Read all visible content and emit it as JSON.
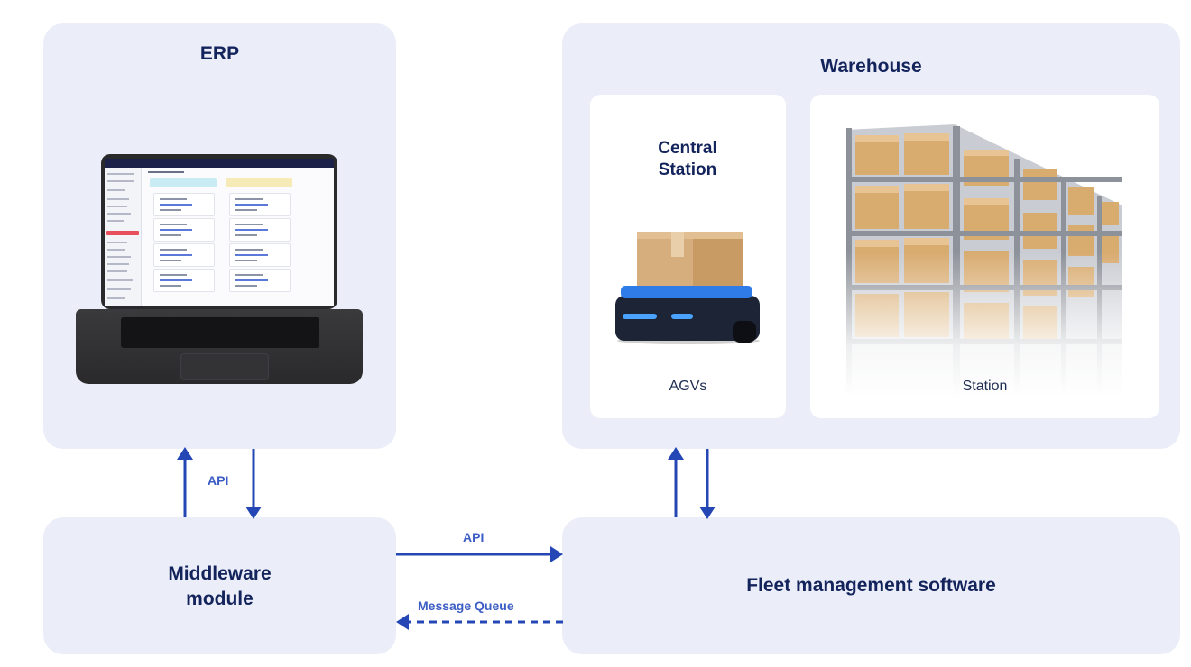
{
  "erp": {
    "title": "ERP"
  },
  "warehouse": {
    "title": "Warehouse",
    "central_station_title": "Central Station",
    "agvs_caption": "AGVs",
    "station_caption": "Station"
  },
  "middleware": {
    "title": "Middleware module"
  },
  "fleet": {
    "title": "Fleet management software"
  },
  "connections": {
    "erp_middleware_label": "API",
    "middleware_fleet_label": "API",
    "message_queue_label": "Message Queue"
  },
  "colors": {
    "panel_bg": "#ebeef8",
    "title_text": "#13235b",
    "arrow": "#2447b5",
    "label": "#3b5cc4"
  }
}
